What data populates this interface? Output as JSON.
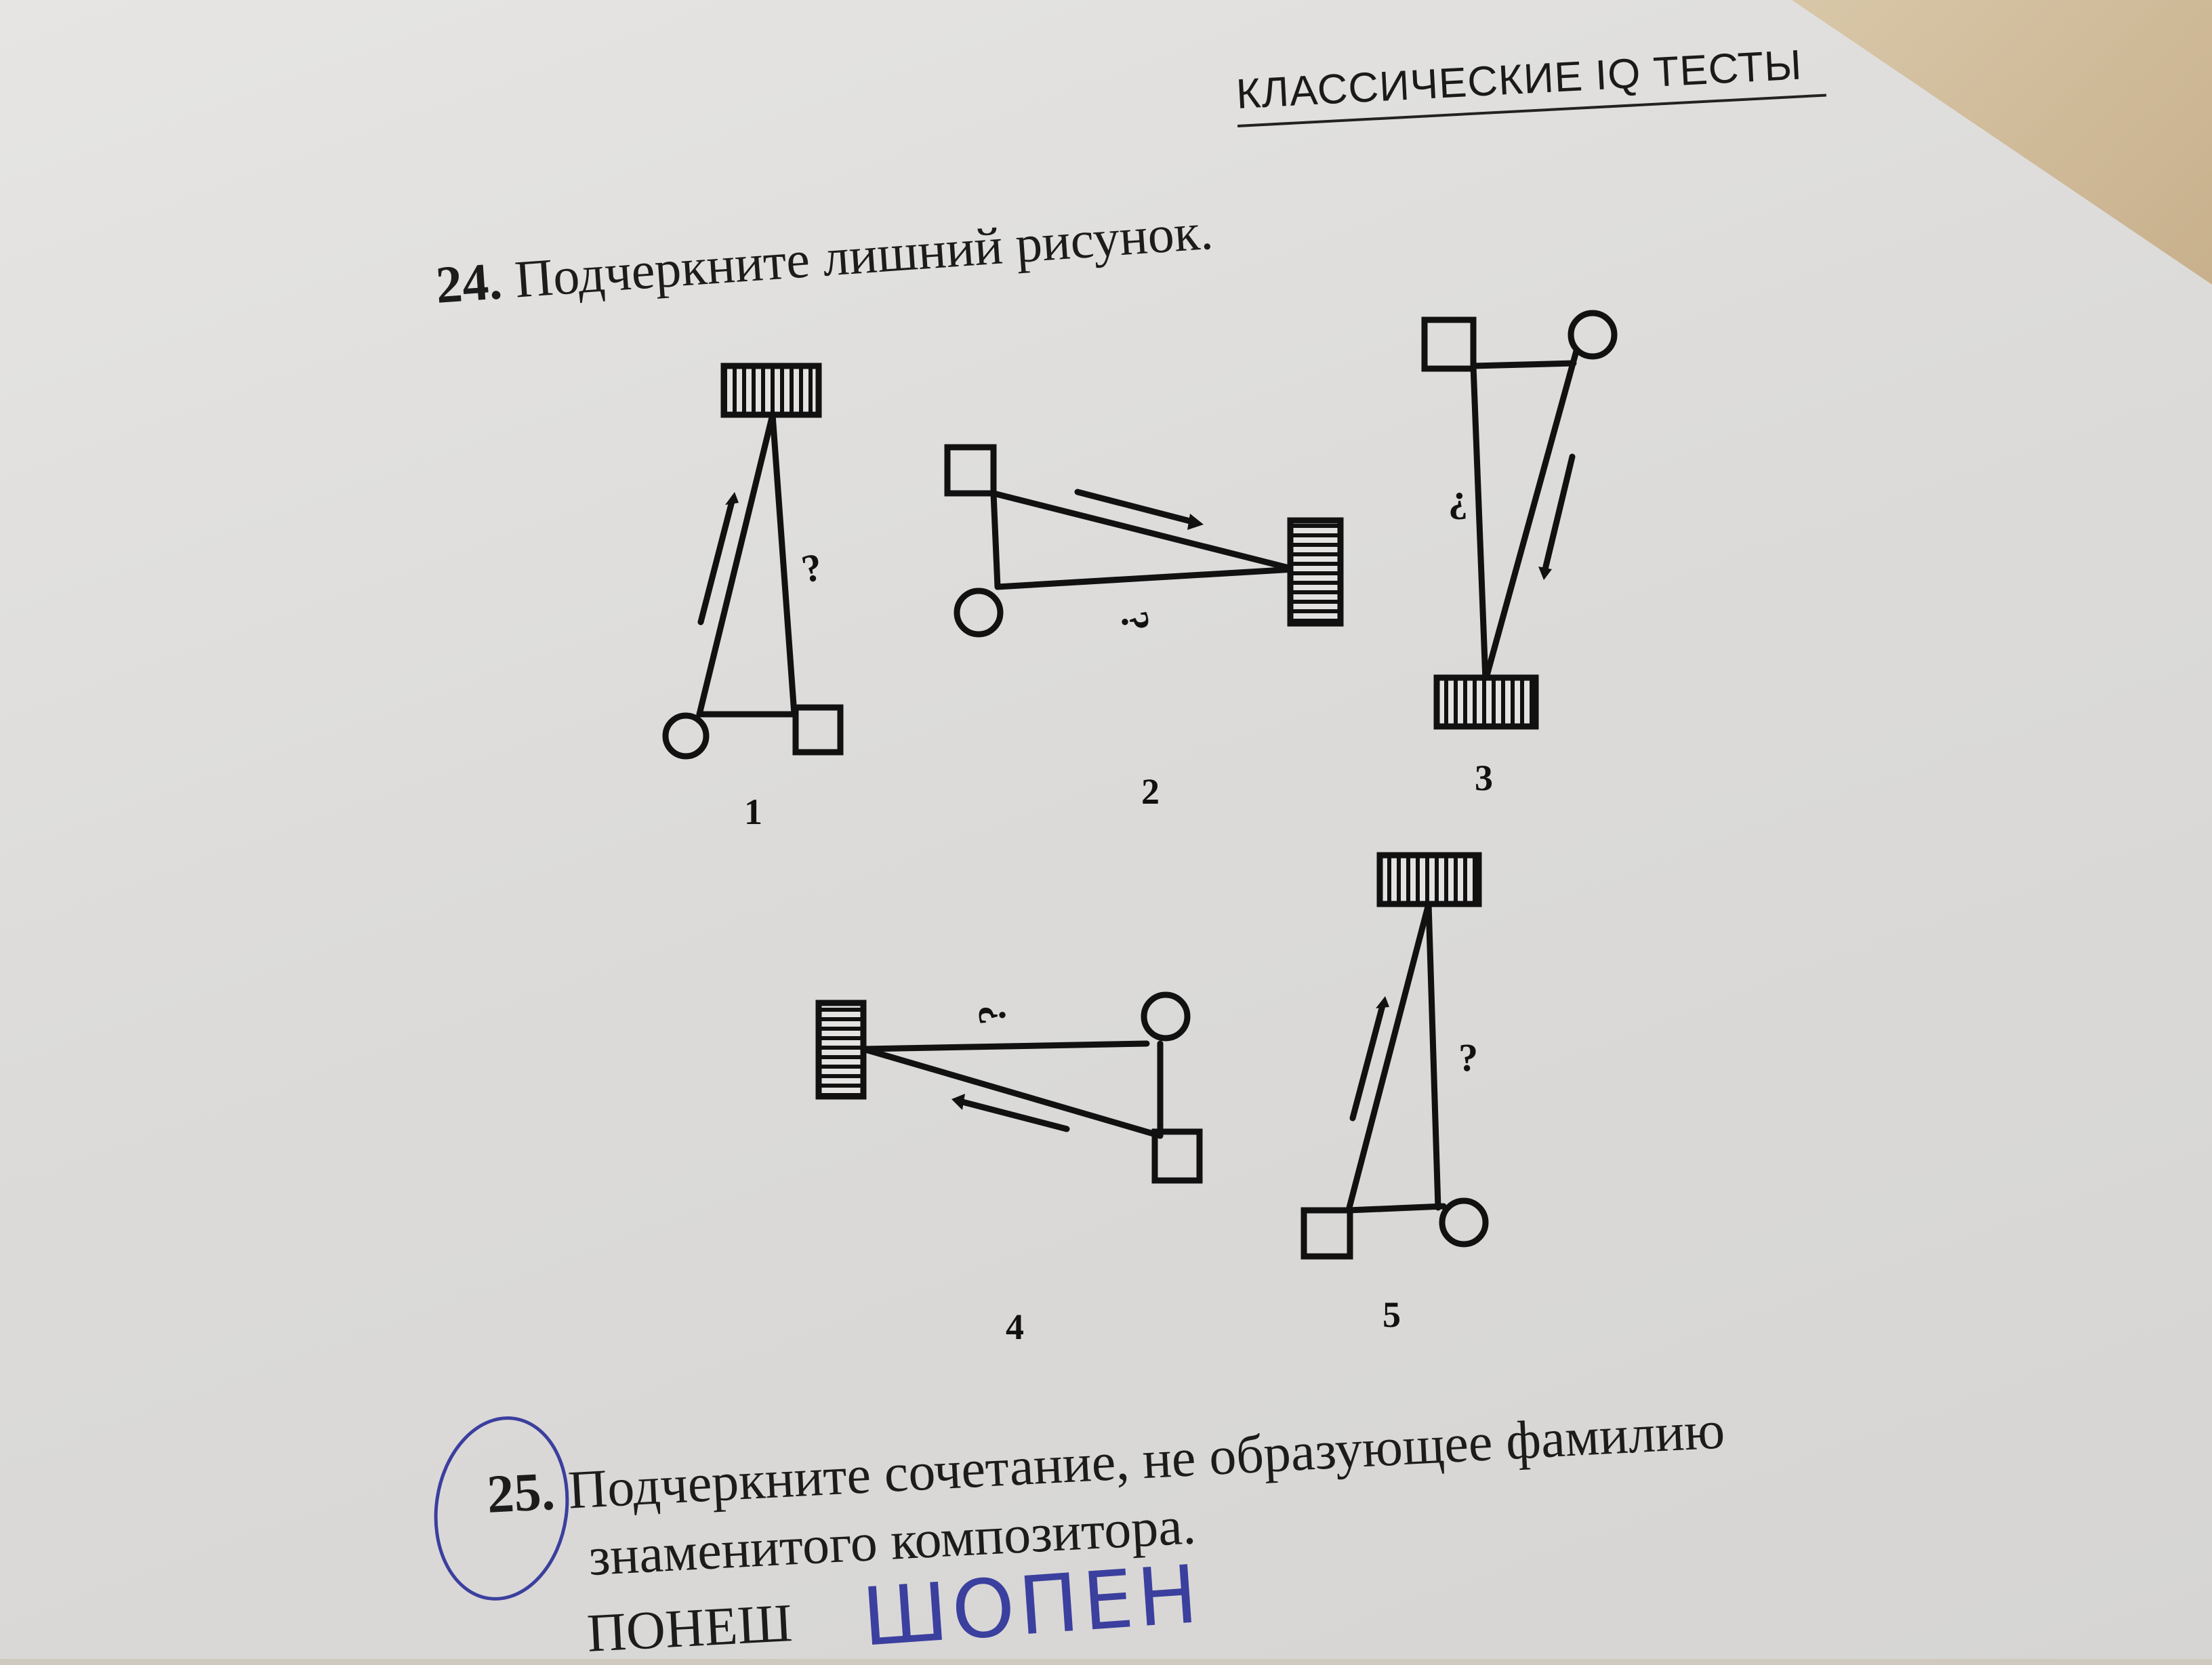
{
  "header": {
    "title": "КЛАССИЧЕСКИЕ IQ ТЕСТЫ"
  },
  "question24": {
    "number": "24.",
    "text": "Подчеркните лишний рисунок."
  },
  "figures": [
    {
      "label": "1",
      "mark": "?"
    },
    {
      "label": "2",
      "mark": "?"
    },
    {
      "label": "3",
      "mark": "?"
    },
    {
      "label": "4",
      "mark": "?"
    },
    {
      "label": "5",
      "mark": "?"
    }
  ],
  "question25": {
    "number": "25.",
    "line1": "Подчеркните сочетание, не образующее фамилию",
    "line2": "знаменитого композитора."
  },
  "answer": {
    "choice": "ПОНЕШ",
    "handwritten": "ШОПЕН"
  },
  "colors": {
    "ink": "#1c1c1c",
    "pen": "#3b3f9e",
    "paper": "#e2e1df"
  }
}
